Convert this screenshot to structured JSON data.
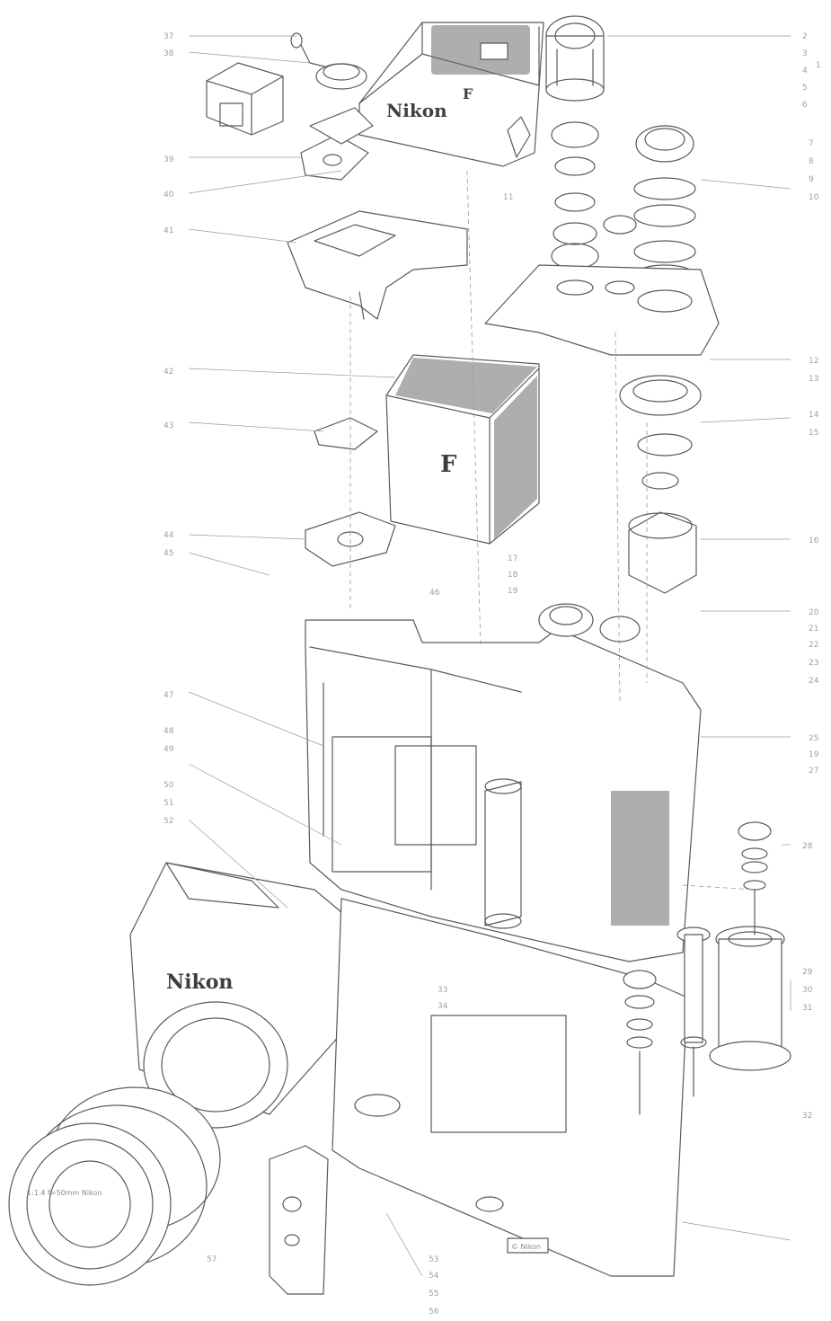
{
  "brand": {
    "prism_logo": "Nikon",
    "body_logo": "Nikon",
    "finder_badge": "F",
    "finder_badge_2": "F"
  },
  "lens": {
    "engraving": "1:1.4 f=50mm Nikon"
  },
  "stamp": {
    "text": "© Nikon"
  },
  "callouts": {
    "right": [
      "2",
      "3",
      "4",
      "5",
      "6",
      "1",
      "7",
      "8",
      "9",
      "10",
      "12",
      "13",
      "14",
      "15",
      "16",
      "20",
      "21",
      "22",
      "23",
      "24",
      "25",
      "19",
      "27",
      "28",
      "29",
      "30",
      "31",
      "32"
    ],
    "left": [
      "37",
      "38",
      "39",
      "40",
      "41",
      "42",
      "43",
      "44",
      "45",
      "47",
      "48",
      "49",
      "50",
      "51",
      "52"
    ],
    "center": [
      "11",
      "17",
      "18",
      "19",
      "33",
      "34",
      "46",
      "53",
      "54",
      "55",
      "56",
      "57"
    ]
  },
  "colors": {
    "line": "#5a5a5a",
    "callout": "#a0a0a0",
    "background": "#ffffff"
  }
}
